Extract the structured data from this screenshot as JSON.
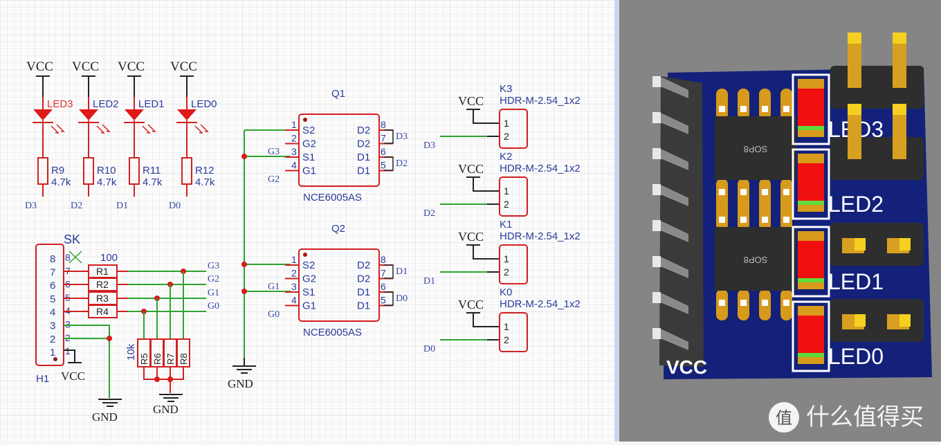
{
  "schematic": {
    "led_columns": [
      {
        "power": "VCC",
        "led": "LED3",
        "led_highlight": true,
        "resistor": "R9",
        "value": "4.7k",
        "net": "D3"
      },
      {
        "power": "VCC",
        "led": "LED2",
        "led_highlight": false,
        "resistor": "R10",
        "value": "4.7k",
        "net": "D2"
      },
      {
        "power": "VCC",
        "led": "LED1",
        "led_highlight": false,
        "resistor": "R11",
        "value": "4.7k",
        "net": "D1"
      },
      {
        "power": "VCC",
        "led": "LED0",
        "led_highlight": false,
        "resistor": "R12",
        "value": "4.7k",
        "net": "D0"
      }
    ],
    "header": {
      "designator": "H1",
      "label": "SK",
      "pin_numbers_inside": [
        "8",
        "7",
        "6",
        "5",
        "4",
        "3",
        "2",
        "1"
      ],
      "pin_numbers_outside": [
        "8",
        "7",
        "6",
        "5",
        "4",
        "3",
        "2",
        "1"
      ],
      "power": "VCC",
      "ground": "GND"
    },
    "series_resistors": {
      "value": "100",
      "names": [
        "R1",
        "R2",
        "R3",
        "R4"
      ]
    },
    "gate_nets": [
      "G3",
      "G2",
      "G1",
      "G0"
    ],
    "pulldown_resistors": {
      "value": "10k",
      "names": [
        "R5",
        "R6",
        "R7",
        "R8"
      ],
      "ground": "GND"
    },
    "mosfets": [
      {
        "designator": "Q1",
        "part": "NCE6005AS",
        "left_pins": [
          {
            "num": "1",
            "name": "S2"
          },
          {
            "num": "2",
            "name": "G2"
          },
          {
            "num": "3",
            "name": "S1"
          },
          {
            "num": "4",
            "name": "G1"
          }
        ],
        "right_pins": [
          {
            "num": "8",
            "name": "D2"
          },
          {
            "num": "7",
            "name": "D2"
          },
          {
            "num": "6",
            "name": "D1"
          },
          {
            "num": "5",
            "name": "D1"
          }
        ],
        "gate_labels": [
          "G3",
          "G2"
        ],
        "drain_labels": [
          "D3",
          "D2"
        ]
      },
      {
        "designator": "Q2",
        "part": "NCE6005AS",
        "left_pins": [
          {
            "num": "1",
            "name": "S2"
          },
          {
            "num": "2",
            "name": "G2"
          },
          {
            "num": "3",
            "name": "S1"
          },
          {
            "num": "4",
            "name": "G1"
          }
        ],
        "right_pins": [
          {
            "num": "8",
            "name": "D2"
          },
          {
            "num": "7",
            "name": "D2"
          },
          {
            "num": "6",
            "name": "D1"
          },
          {
            "num": "5",
            "name": "D1"
          }
        ],
        "gate_labels": [
          "G1",
          "G0"
        ],
        "drain_labels": [
          "D1",
          "D0"
        ]
      }
    ],
    "mosfet_ground": "GND",
    "connectors": [
      {
        "designator": "K3",
        "part": "HDR-M-2.54_1x2",
        "power": "VCC",
        "pins": [
          "1",
          "2"
        ],
        "net": "D3"
      },
      {
        "designator": "K2",
        "part": "HDR-M-2.54_1x2",
        "power": "VCC",
        "pins": [
          "1",
          "2"
        ],
        "net": "D2"
      },
      {
        "designator": "K1",
        "part": "HDR-M-2.54_1x2",
        "power": "VCC",
        "pins": [
          "1",
          "2"
        ],
        "net": "D1"
      },
      {
        "designator": "K0",
        "part": "HDR-M-2.54_1x2",
        "power": "VCC",
        "pins": [
          "1",
          "2"
        ],
        "net": "D0"
      }
    ]
  },
  "pcb_render": {
    "chip_labels": [
      "SOP8",
      "SOP8"
    ],
    "led_silkscreen": [
      "LED3",
      "LED2",
      "LED1",
      "LED0"
    ],
    "power_silkscreen": "VCC",
    "colors": {
      "board": "#13217a",
      "pad": "#d89a1a",
      "led_body": "#f01010",
      "chip": "#2e2e2e",
      "background": "#858585"
    }
  },
  "watermark": {
    "badge": "值",
    "text": "什么值得买"
  }
}
